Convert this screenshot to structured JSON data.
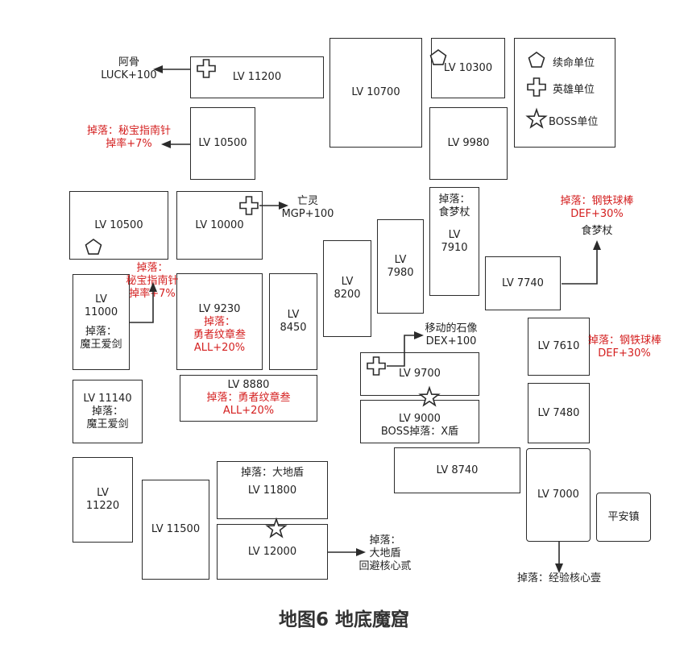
{
  "title": "地图6 地底魔窟",
  "legend": {
    "revive": "续命单位",
    "hero": "英雄单位",
    "boss": "BOSS单位"
  },
  "rooms": {
    "lv11200": "LV 11200",
    "lv10700": "LV 10700",
    "lv10300": "LV 10300",
    "lv10500a": "LV 10500",
    "lv9980": "LV 9980",
    "lv10500b": "LV 10500",
    "lv10000": "LV 10000",
    "lv7910_drop": "掉落：",
    "lv7910_item": "食梦杖",
    "lv7910_lv": "LV",
    "lv7910_num": "7910",
    "lv7980_lv": "LV",
    "lv7980_num": "7980",
    "lv8200_lv": "LV",
    "lv8200_num": "8200",
    "lv7740": "LV 7740",
    "lv11000_lv": "LV",
    "lv11000_num": "11000",
    "lv11000_drop": "掉落：",
    "lv11000_item": "魔王爱剑",
    "lv9230": "LV 9230",
    "lv9230_drop": "掉落：",
    "lv9230_item": "勇者纹章叁",
    "lv9230_bonus": "ALL+20%",
    "lv8450_lv": "LV",
    "lv8450_num": "8450",
    "lv7610": "LV 7610",
    "lv9700": "LV 9700",
    "lv8880": "LV 8880",
    "lv8880_drop": "掉落：勇者纹章叁 ALL+20%",
    "lv11140": "LV 11140",
    "lv11140_drop": "掉落：",
    "lv11140_item": "魔王爱剑",
    "lv9000": "LV 9000",
    "lv9000_drop": "BOSS掉落：X盾",
    "lv7480": "LV 7480",
    "lv8740": "LV 8740",
    "lv11220_lv": "LV",
    "lv11220_num": "11220",
    "lv11800_drop": "掉落：大地盾",
    "lv11800": "LV 11800",
    "lv11500": "LV 11500",
    "lv7000": "LV 7000",
    "safe_town": "平安镇",
    "lv12000": "LV 12000"
  },
  "annotations": {
    "agu_name": "阿骨",
    "agu_bonus": "LUCK+100",
    "compass1_drop": "掉落：秘宝指南针",
    "compass1_rate": "掉率+7%",
    "undead_name": "亡灵",
    "undead_bonus": "MGP+100",
    "steel1_drop": "掉落：钢铁球棒",
    "steel1_bonus": "DEF+30%",
    "dream_staff": "食梦杖",
    "compass2_drop": "掉落：",
    "compass2_item": "秘宝指南针",
    "compass2_rate": "掉率+7%",
    "stone_name": "移动的石像",
    "stone_bonus": "DEX+100",
    "steel2_drop": "掉落：钢铁球棒",
    "steel2_bonus": "DEF+30%",
    "earth_drop": "掉落：",
    "earth_item": "大地盾",
    "earth_core": "回避核心贰",
    "exp_core": "掉落：经验核心壹"
  },
  "colors": {
    "drop_red": "#d41f1f",
    "line": "#2b2b2b"
  }
}
